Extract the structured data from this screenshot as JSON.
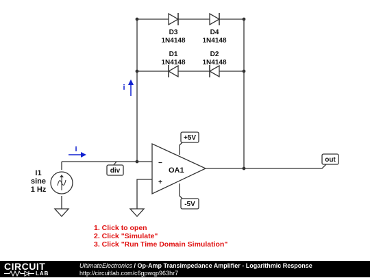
{
  "diagram": {
    "components": {
      "d3": {
        "name": "D3",
        "part": "1N4148"
      },
      "d4": {
        "name": "D4",
        "part": "1N4148"
      },
      "d1": {
        "name": "D1",
        "part": "1N4148"
      },
      "d2": {
        "name": "D2",
        "part": "1N4148"
      },
      "i1": {
        "name": "I1",
        "type": "sine",
        "freq": "1 Hz"
      },
      "opamp": {
        "name": "OA1",
        "minus": "−",
        "plus": "+"
      }
    },
    "nets": {
      "div": "div",
      "out": "out",
      "vpos": "+5V",
      "vneg": "-5V"
    },
    "currents": {
      "feedback": "i",
      "input": "i"
    }
  },
  "instructions": [
    "1. Click to open",
    "2. Click \"Simulate\"",
    "3. Click \"Run Time Domain Simulation\""
  ],
  "footer": {
    "logo_top": "CIRCUIT",
    "logo_bottom": "LAB",
    "author": "UltimateElectronics",
    "separator": " / ",
    "title": "Op-Amp Transimpedance Amplifier - Logarithmic Response",
    "url": "http://circuitlab.com/c6gpwqp963hr7"
  },
  "colors": {
    "wire": "#333333",
    "current_arrow": "#1020d0",
    "instructions": "#e01010",
    "footer_bg": "#000000"
  }
}
